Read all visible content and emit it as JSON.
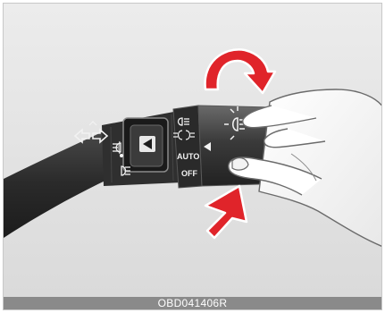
{
  "figure": {
    "switch_labels": {
      "auto": "AUTO",
      "off": "OFF"
    },
    "caption": "OBD041406R"
  },
  "icons": {
    "turn_signal": "turn-signal-arrows-icon",
    "fog_lamp_front": "front-fog-lamp-icon",
    "fog_lamp_rear": "rear-fog-lamp-icon",
    "headlight": "headlight-icon",
    "position_lamp": "position-lamp-icon",
    "high_beam": "headlight-sun-icon",
    "rotate_arrow": "rotate-arrow-icon",
    "push_arrow": "push-up-arrow-icon"
  },
  "colors": {
    "arrow_red": "#e0242a",
    "stalk_dark": "#2e2e2e",
    "background_gray": "#e6e6e6",
    "caption_bar": "#8a8a8a"
  }
}
